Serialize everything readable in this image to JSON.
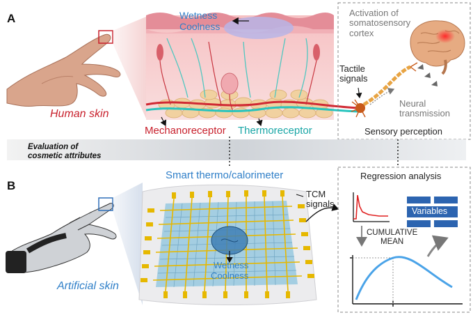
{
  "panel_a": {
    "letter": "A",
    "human_skin": "Human skin",
    "wetness": "Wetness",
    "coolness": "Coolness",
    "mechanoreceptor": "Mechanoreceptor",
    "thermoreceptor": "Thermoreceptor",
    "tactile_signals": "Tactile\nsignals",
    "activation": "Activation of\nsomatosensory\ncortex",
    "neural_transmission": "Neural\ntransmission",
    "sensory_perception": "Sensory perception"
  },
  "divider": {
    "evaluation": "Evaluation of\ncosmetic attributes"
  },
  "panel_b": {
    "letter": "B",
    "artificial_skin": "Artificial skin",
    "smart_title": "Smart thermo/calorimeter",
    "tcm_signals": "TCM\nsignals",
    "wetness": "Wetness",
    "coolness": "Coolness",
    "regression": "Regression analysis",
    "variables": "Variables",
    "cumulative_mean": "CUMULATIVE\nMEAN"
  },
  "colors": {
    "red": "#c8202c",
    "blue": "#2f7fc8",
    "teal": "#19a6a6"
  },
  "icons": [
    "hand-icon",
    "robot-hand-icon",
    "brain-icon",
    "neuron-icon"
  ]
}
